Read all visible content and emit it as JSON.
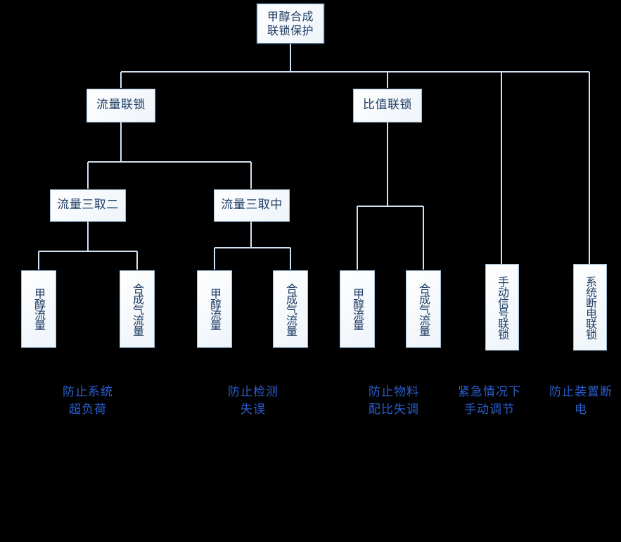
{
  "diagram": {
    "type": "tree",
    "title_node": "甲醇合成\n联锁保护",
    "background_color": "#000000",
    "node_text_color": "#1f3d63",
    "caption_color": "#2a5fcf",
    "connector_color": "#cfe2f3",
    "nodes": [
      {
        "id": "root",
        "label": "甲醇合成\n联锁保护",
        "orientation": "horizontal",
        "level": 0
      },
      {
        "id": "flow_lock",
        "label": "流量联锁",
        "orientation": "horizontal",
        "level": 1
      },
      {
        "id": "ratio_lock",
        "label": "比值联锁",
        "orientation": "horizontal",
        "level": 1
      },
      {
        "id": "flow_2oo3",
        "label": "流量三取二",
        "orientation": "horizontal",
        "level": 2
      },
      {
        "id": "flow_mid3",
        "label": "流量三取中",
        "orientation": "horizontal",
        "level": 2
      },
      {
        "id": "leaf_a1",
        "label": "甲醇流量",
        "orientation": "vertical",
        "level": 3
      },
      {
        "id": "leaf_a2",
        "label": "合成气流量",
        "orientation": "vertical",
        "level": 3
      },
      {
        "id": "leaf_b1",
        "label": "甲醇流量",
        "orientation": "vertical",
        "level": 3
      },
      {
        "id": "leaf_b2",
        "label": "合成气流量",
        "orientation": "vertical",
        "level": 3
      },
      {
        "id": "leaf_c1",
        "label": "甲醇流量",
        "orientation": "vertical",
        "level": 3
      },
      {
        "id": "leaf_c2",
        "label": "合成气流量",
        "orientation": "vertical",
        "level": 3
      },
      {
        "id": "manual_lock",
        "label": "手动信号联锁",
        "orientation": "vertical",
        "level": 1
      },
      {
        "id": "power_lock",
        "label": "系统断电联锁",
        "orientation": "vertical",
        "level": 1
      }
    ],
    "captions": [
      {
        "id": "cap1",
        "text": "防止系统\n超负荷"
      },
      {
        "id": "cap2",
        "text": "防止检测\n失误"
      },
      {
        "id": "cap3",
        "text": "防止物料\n配比失调"
      },
      {
        "id": "cap4",
        "text": "紧急情况下\n手动调节"
      },
      {
        "id": "cap5",
        "text": "防止装置断\n电"
      }
    ],
    "edges": [
      {
        "from": "root",
        "to": "flow_lock"
      },
      {
        "from": "root",
        "to": "ratio_lock"
      },
      {
        "from": "root",
        "to": "manual_lock"
      },
      {
        "from": "root",
        "to": "power_lock"
      },
      {
        "from": "flow_lock",
        "to": "flow_2oo3"
      },
      {
        "from": "flow_lock",
        "to": "flow_mid3"
      },
      {
        "from": "flow_2oo3",
        "to": "leaf_a1"
      },
      {
        "from": "flow_2oo3",
        "to": "leaf_a2"
      },
      {
        "from": "flow_mid3",
        "to": "leaf_b1"
      },
      {
        "from": "flow_mid3",
        "to": "leaf_b2"
      },
      {
        "from": "ratio_lock",
        "to": "leaf_c1"
      },
      {
        "from": "ratio_lock",
        "to": "leaf_c2"
      }
    ]
  }
}
